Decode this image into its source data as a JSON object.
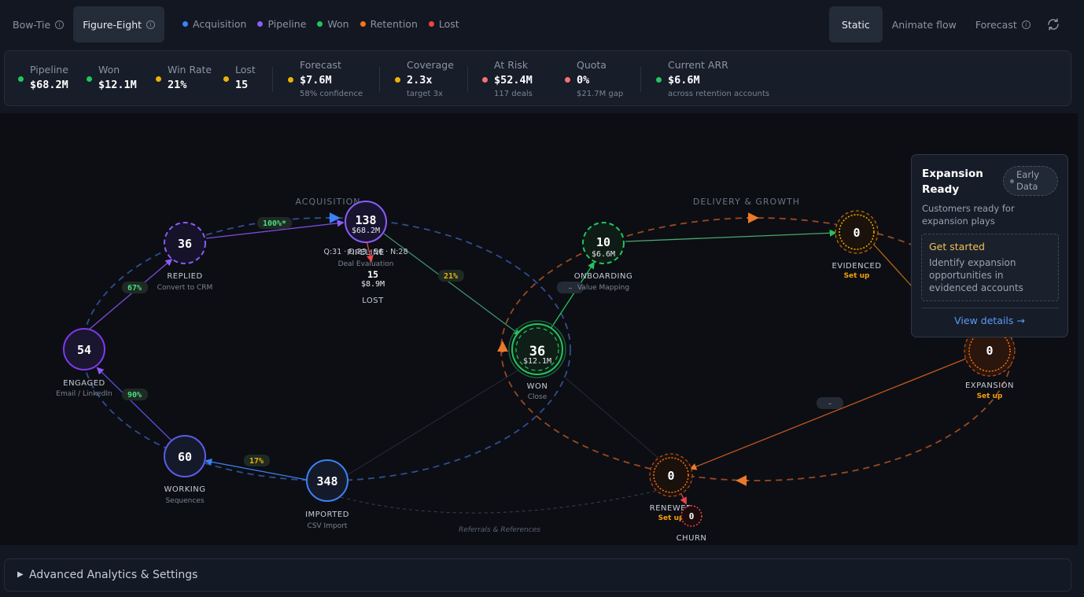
{
  "view_modes": [
    {
      "label": "Bow-Tie",
      "active": false
    },
    {
      "label": "Figure-Eight",
      "active": true
    }
  ],
  "legend": [
    {
      "label": "Acquisition",
      "color": "#3b82f6"
    },
    {
      "label": "Pipeline",
      "color": "#8b5cf6"
    },
    {
      "label": "Won",
      "color": "#22c55e"
    },
    {
      "label": "Retention",
      "color": "#f97316"
    },
    {
      "label": "Lost",
      "color": "#ef4444"
    }
  ],
  "animation_modes": [
    {
      "label": "Static",
      "active": true
    },
    {
      "label": "Animate flow",
      "active": false
    },
    {
      "label": "Forecast",
      "active": false
    }
  ],
  "metrics": [
    {
      "label": "Pipeline",
      "value": "$68.2M",
      "color": "#22c55e"
    },
    {
      "label": "Won",
      "value": "$12.1M",
      "color": "#22c55e"
    },
    {
      "label": "Win Rate",
      "value": "21%",
      "color": "#eab308"
    },
    {
      "label": "Lost",
      "value": "15",
      "color": "#eab308"
    },
    {
      "label": "Forecast",
      "value": "$7.6M",
      "sub": "58% confidence",
      "color": "#eab308"
    },
    {
      "label": "Coverage",
      "value": "2.3x",
      "sub": "target 3x",
      "color": "#eab308"
    },
    {
      "label": "At Risk",
      "value": "$52.4M",
      "sub": "117 deals",
      "color": "#f87171"
    },
    {
      "label": "Quota",
      "value": "0%",
      "sub": "$21.7M gap",
      "color": "#f87171"
    },
    {
      "label": "Current ARR",
      "value": "$6.6M",
      "sub": "across retention accounts",
      "color": "#22c55e"
    }
  ],
  "sections": {
    "acquisition": "ACQUISITION",
    "delivery": "DELIVERY & GROWTH"
  },
  "nodes": {
    "imported": {
      "count": "348",
      "label": "IMPORTED",
      "sub": "CSV Import"
    },
    "working": {
      "count": "60",
      "label": "WORKING",
      "sub": "Sequences"
    },
    "engaged": {
      "count": "54",
      "label": "ENGAGED",
      "sub": "Email / LinkedIn"
    },
    "replied": {
      "count": "36",
      "label": "REPLIED",
      "sub": "Convert to CRM"
    },
    "pipeline": {
      "count": "138",
      "value": "$68.2M",
      "label": "PIPELINE",
      "sub": "Deal Evaluation",
      "stages": "Q:31 · D:23 · 56 · N:28"
    },
    "lost": {
      "count": "15",
      "value": "$8.9M",
      "label": "LOST"
    },
    "won": {
      "count": "36",
      "value": "$12.1M",
      "label": "WON",
      "sub": "Close"
    },
    "onboarding": {
      "count": "10",
      "value": "$6.6M",
      "label": "ONBOARDING",
      "sub": "Value Mapping"
    },
    "evidenced": {
      "count": "0",
      "label": "EVIDENCED",
      "setup": "Set up"
    },
    "expansion": {
      "count": "0",
      "label": "EXPANSION",
      "setup": "Set up"
    },
    "renewed": {
      "count": "0",
      "label": "RENEWED",
      "setup": "Set up"
    },
    "churn": {
      "count": "0",
      "label": "CHURN"
    }
  },
  "rates": {
    "imported_working": "17%",
    "working_engaged": "90%",
    "engaged_replied": "67%",
    "replied_pipeline": "100%*",
    "pipeline_won": "21%",
    "won_onboarding": "–",
    "expansion_renewed": "–"
  },
  "referrals_label": "Referrals & References",
  "popup": {
    "title": "Expansion Ready",
    "badge": "Early Data",
    "description": "Customers ready for expansion plays",
    "get_started_title": "Get started",
    "get_started_text": "Identify expansion opportunities in evidenced accounts",
    "link": "View details →"
  },
  "advanced": {
    "label": "Advanced Analytics & Settings"
  }
}
